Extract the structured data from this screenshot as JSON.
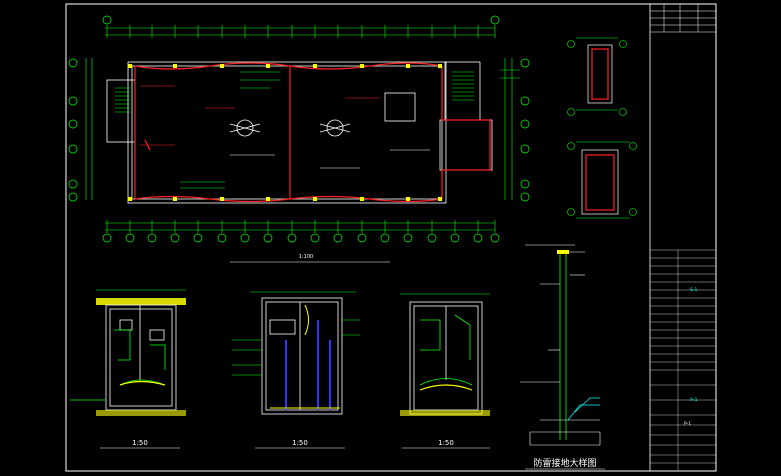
{
  "main_plan": {
    "title": "1:100"
  },
  "detail_titles": {
    "detail_1": "1:50",
    "detail_2": "1:50",
    "detail_3": "1:50",
    "lightning_grounding": "防雷接地大样图"
  },
  "title_block": {
    "drawing_number": "P-1",
    "cyan_note_1": "S-1",
    "cyan_note_2": "A-1"
  },
  "colors": {
    "background": "#000000",
    "frame": "#ffffff",
    "wall_outline": "#ffffff",
    "lightning_belt": "#ff2020",
    "dimension": "#00ff00",
    "annotation": "#00ff00",
    "column": "#ffff00",
    "axis_bubble": "#00ff00",
    "stair": "#00ff00",
    "pipe_blue": "#3030ff",
    "cyan_text": "#00ffff",
    "magenta": "#ff00ff"
  }
}
